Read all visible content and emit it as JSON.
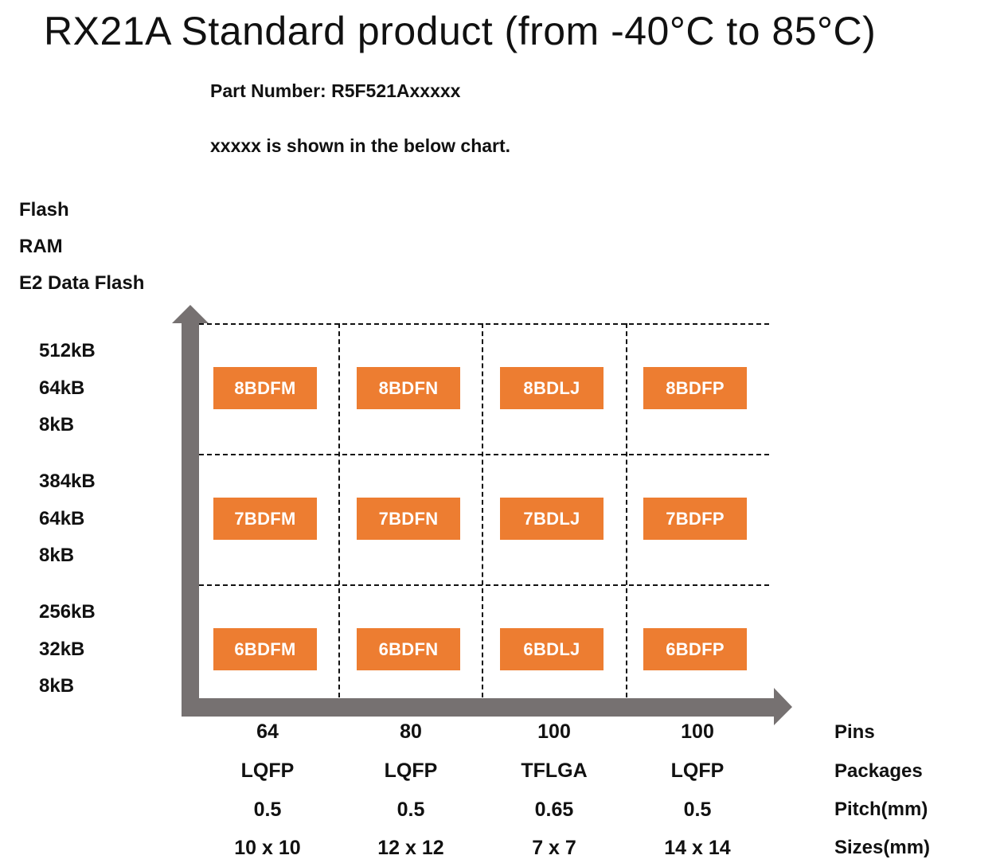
{
  "header": {
    "title": "RX21A  Standard product (from -40°C to 85°C)",
    "part_number": "Part Number: R5F521Axxxxx",
    "note": "xxxxx is shown in the below chart."
  },
  "y_axis": {
    "legend": [
      "Flash",
      "RAM",
      "E2 Data Flash"
    ],
    "rows": [
      {
        "flash": "512kB",
        "ram": "64kB",
        "e2": "8kB"
      },
      {
        "flash": "384kB",
        "ram": "64kB",
        "e2": "8kB"
      },
      {
        "flash": "256kB",
        "ram": "32kB",
        "e2": "8kB"
      }
    ]
  },
  "x_axis": {
    "legend": [
      "Pins",
      "Packages",
      "Pitch(mm)",
      "Sizes(mm)"
    ],
    "columns": [
      {
        "pins": "64",
        "package": "LQFP",
        "pitch": "0.5",
        "size": "10 x 10"
      },
      {
        "pins": "80",
        "package": "LQFP",
        "pitch": "0.5",
        "size": "12 x 12"
      },
      {
        "pins": "100",
        "package": "TFLGA",
        "pitch": "0.65",
        "size": "7 x 7"
      },
      {
        "pins": "100",
        "package": "LQFP",
        "pitch": "0.5",
        "size": "14 x 14"
      }
    ]
  },
  "grid": {
    "cells": [
      [
        "8BDFM",
        "8BDFN",
        "8BDLJ",
        "8BDFP"
      ],
      [
        "7BDFM",
        "7BDFN",
        "7BDLJ",
        "7BDFP"
      ],
      [
        "6BDFM",
        "6BDFN",
        "6BDLJ",
        "6BDFP"
      ]
    ]
  },
  "colors": {
    "chip": "#ED7D31",
    "arrow": "#767171",
    "text": "#111111"
  }
}
